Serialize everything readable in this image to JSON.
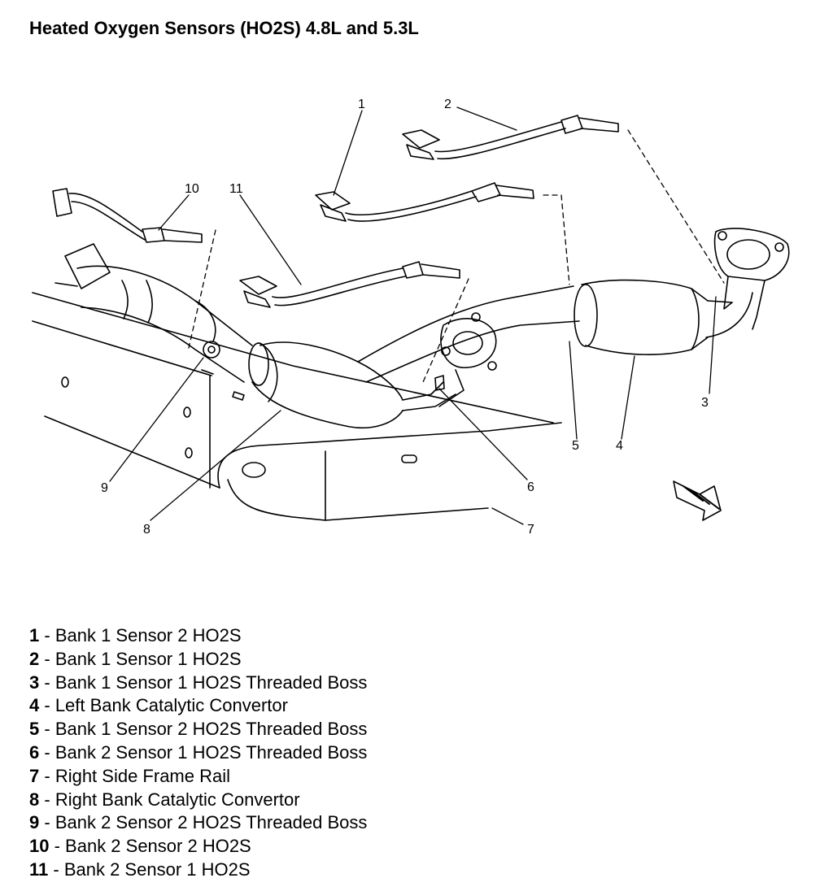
{
  "title": "Heated Oxygen Sensors (HO2S) 4.8L and 5.3L",
  "callouts": [
    "1",
    "2",
    "3",
    "4",
    "5",
    "6",
    "7",
    "8",
    "9",
    "10",
    "11"
  ],
  "legend": [
    {
      "num": "1",
      "text": "- Bank 1 Sensor 2 HO2S"
    },
    {
      "num": "2",
      "text": "- Bank 1 Sensor 1 HO2S"
    },
    {
      "num": "3",
      "text": "- Bank 1 Sensor 1 HO2S Threaded Boss"
    },
    {
      "num": "4",
      "text": "- Left Bank Catalytic Convertor"
    },
    {
      "num": "5",
      "text": "- Bank 1 Sensor 2 HO2S Threaded Boss"
    },
    {
      "num": "6",
      "text": "- Bank 2 Sensor 1 HO2S Threaded Boss"
    },
    {
      "num": "7",
      "text": "- Right Side Frame Rail"
    },
    {
      "num": "8",
      "text": "- Right Bank Catalytic Convertor"
    },
    {
      "num": "9",
      "text": "- Bank 2 Sensor 2 HO2S Threaded Boss"
    },
    {
      "num": "10",
      "text": "- Bank 2 Sensor 2 HO2S"
    },
    {
      "num": "11",
      "text": "- Bank 2 Sensor 1 HO2S"
    }
  ]
}
